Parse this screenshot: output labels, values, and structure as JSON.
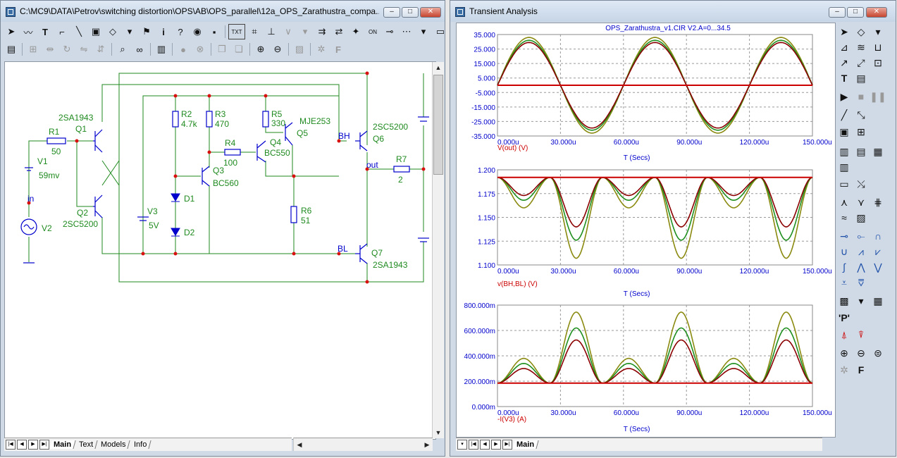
{
  "left_window": {
    "title": "C:\\MC9\\DATA\\Petrov\\switching distortion\\OPS\\AB\\OPS_parallel\\12a_OPS_Zarathustra_compa...",
    "controls": {
      "minimize": "–",
      "maximize": "□",
      "close": "✕"
    },
    "tabs": [
      "Main",
      "Text",
      "Models",
      "Info"
    ],
    "active_tab": "Main"
  },
  "schematic": {
    "components": {
      "r1": {
        "name": "R1",
        "value": "50"
      },
      "r2": {
        "name": "R2",
        "value": "4.7k"
      },
      "r3": {
        "name": "R3",
        "value": "470"
      },
      "r4": {
        "name": "R4",
        "value": "100"
      },
      "r5": {
        "name": "R5",
        "value": "330"
      },
      "r6": {
        "name": "R6",
        "value": "51"
      },
      "r7": {
        "name": "R7",
        "value": "2"
      },
      "v1": {
        "name": "V1",
        "value": "59mv"
      },
      "v2": {
        "name": "V2"
      },
      "v3": {
        "name": "V3",
        "value": "5V"
      },
      "q1": {
        "name": "Q1",
        "value": "2SA1943"
      },
      "q2": {
        "name": "Q2",
        "value": "2SC5200"
      },
      "q3": {
        "name": "Q3",
        "value": "BC560"
      },
      "q4": {
        "name": "Q4",
        "value": "BC550"
      },
      "q5": {
        "name": "Q5",
        "value": "MJE253"
      },
      "q6": {
        "name": "Q6",
        "value": "2SC5200"
      },
      "q7": {
        "name": "Q7",
        "value": "2SA1943"
      },
      "d1": {
        "name": "D1"
      },
      "d2": {
        "name": "D2"
      }
    },
    "nodes": {
      "in": "in",
      "out": "out",
      "bh": "BH",
      "bl": "BL"
    }
  },
  "right_window": {
    "title": "Transient Analysis",
    "controls": {
      "minimize": "–",
      "maximize": "□",
      "close": "✕"
    },
    "tabs": [
      "Main"
    ],
    "active_tab": "Main",
    "plot_title": "OPS_Zarathustra_v1.CIR V2.A=0...34.5"
  },
  "colors": {
    "trace_red": "#cc0000",
    "trace_darkred": "#8b0000",
    "trace_green": "#1f8f1f",
    "trace_olive": "#8a8a10",
    "wire": "#1f8a1f",
    "component": "#0000cc",
    "axis_text": "#0000cc",
    "label_red": "#cc0000"
  },
  "chart_data": [
    {
      "type": "line",
      "title": "OPS_Zarathustra_v1.CIR V2.A=0...34.5",
      "ylabel": "V(out) (V)",
      "xlabel": "T (Secs)",
      "xlim": [
        0,
        150
      ],
      "x_unit": "u",
      "ylim": [
        -35,
        35
      ],
      "yticks": [
        "35.000",
        "25.000",
        "15.000",
        "5.000",
        "-5.000",
        "-15.000",
        "-25.000",
        "-35.000"
      ],
      "xticks": [
        "0.000u",
        "30.000u",
        "60.000u",
        "90.000u",
        "120.000u",
        "150.000u"
      ],
      "grid": true,
      "waveform": "sine",
      "period_us": 60,
      "series": [
        {
          "color": "#cc0000",
          "amplitude": 0
        },
        {
          "color": "#8b0000",
          "amplitude": 29.5
        },
        {
          "color": "#1f8f1f",
          "amplitude": 31
        },
        {
          "color": "#8a8a10",
          "amplitude": 33
        }
      ]
    },
    {
      "type": "line",
      "ylabel": "v(BH,BL) (V)",
      "xlabel": "T (Secs)",
      "xlim": [
        0,
        150
      ],
      "ylim": [
        1.1,
        1.2
      ],
      "yticks": [
        "1.200",
        "1.175",
        "1.150",
        "1.125",
        "1.100"
      ],
      "xticks": [
        "0.000u",
        "30.000u",
        "60.000u",
        "90.000u",
        "120.000u",
        "150.000u"
      ],
      "grid": true,
      "waveform": "dips",
      "baseline": 1.192,
      "series": [
        {
          "color": "#cc0000",
          "minor_min": 1.192,
          "major_min": 1.192
        },
        {
          "color": "#8b0000",
          "minor_min": 1.173,
          "major_min": 1.14
        },
        {
          "color": "#1f8f1f",
          "minor_min": 1.168,
          "major_min": 1.126
        },
        {
          "color": "#8a8a10",
          "minor_min": 1.16,
          "major_min": 1.107
        }
      ]
    },
    {
      "type": "line",
      "ylabel": "-I(V3) (A)",
      "xlabel": "T (Secs)",
      "xlim": [
        0,
        150
      ],
      "ylim": [
        0,
        800
      ],
      "y_unit": "m",
      "yticks": [
        "800.000m",
        "600.000m",
        "400.000m",
        "200.000m",
        "0.000m"
      ],
      "xticks": [
        "0.000u",
        "30.000u",
        "60.000u",
        "90.000u",
        "120.000u",
        "150.000u"
      ],
      "grid": true,
      "waveform": "humps",
      "baseline": 185,
      "series": [
        {
          "color": "#cc0000",
          "minor_peak": 185,
          "major_peak": 185
        },
        {
          "color": "#8b0000",
          "minor_peak": 300,
          "major_peak": 525
        },
        {
          "color": "#1f8f1f",
          "minor_peak": 340,
          "major_peak": 620
        },
        {
          "color": "#8a8a10",
          "minor_peak": 380,
          "major_peak": 745
        }
      ]
    }
  ]
}
